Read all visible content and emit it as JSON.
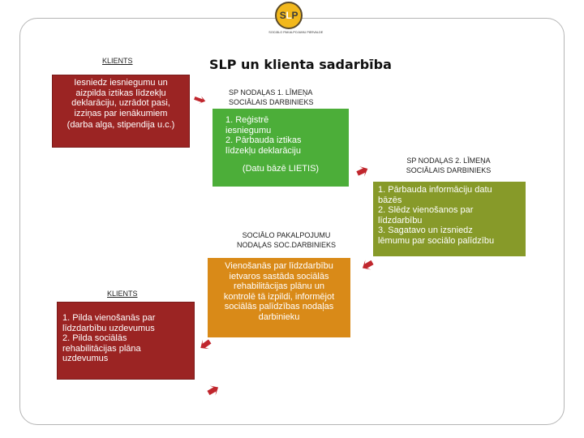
{
  "logo": {
    "letters_dark_1": "S",
    "letters_accent": "L",
    "letters_dark_2": "P",
    "tagline": "SOCIĀLO PAKALPOJUMU PĀRVALDE"
  },
  "title": "SLP un klienta sadarbība",
  "klients_top": {
    "label": "KLIENTS"
  },
  "top_red": {
    "body": "Iesniedz iesniegumu un\naizpilda iztikas līdzekļu\ndeklarāciju, uzrādot pasi,\nizziņas par ienākumiem",
    "sub": "(darba alga, stipendija u.c.)"
  },
  "level1": {
    "label": "SP NODAĻAS 1. LĪMEŅA\nSOCIĀLAIS DARBINIEKS"
  },
  "green": {
    "steps": "1. Reģistrē\n    iesniegumu\n2. Pārbauda iztikas\n    līdzekļu deklarāciju",
    "db": "(Datu bāzē LIETIS)"
  },
  "level2": {
    "label": "SP NODAĻAS 2. LĪMEŅA\nSOCIĀLAIS DARBINIEKS"
  },
  "olive": {
    "text": "1. Pārbauda informāciju datu\n    bāzēs\n2. Slēdz vienošanos  par\n    līdzdarbību\n3. Sagatavo un izsniedz\n    lēmumu par sociālo palīdzību"
  },
  "social_dept": {
    "label": "SOCIĀLO PAKALPOJUMU\nNODAĻAS SOC.DARBINIEKS"
  },
  "orange": {
    "text": "Vienošanās par  līdzdarbību\nietvaros sastāda sociālās\nrehabilitācijas plānu un\nkontrolē tā izpildi, informējot\nsociālās palīdzības nodaļas\ndarbinieku"
  },
  "klients_bottom": {
    "label": "KLIENTS"
  },
  "bottom_red": {
    "text": "1. Pilda vienošanās par\n    līdzdarbību uzdevumus\n2. Pilda sociālās\n    rehabilitācijas plāna\n    uzdevumus"
  },
  "colors": {
    "red": "#9b2423",
    "green": "#4cae39",
    "olive": "#879a29",
    "orange": "#d98a18",
    "arrow": "#c0262d",
    "logo": "#f2b81c"
  },
  "icons": [
    "arrow-icon"
  ]
}
